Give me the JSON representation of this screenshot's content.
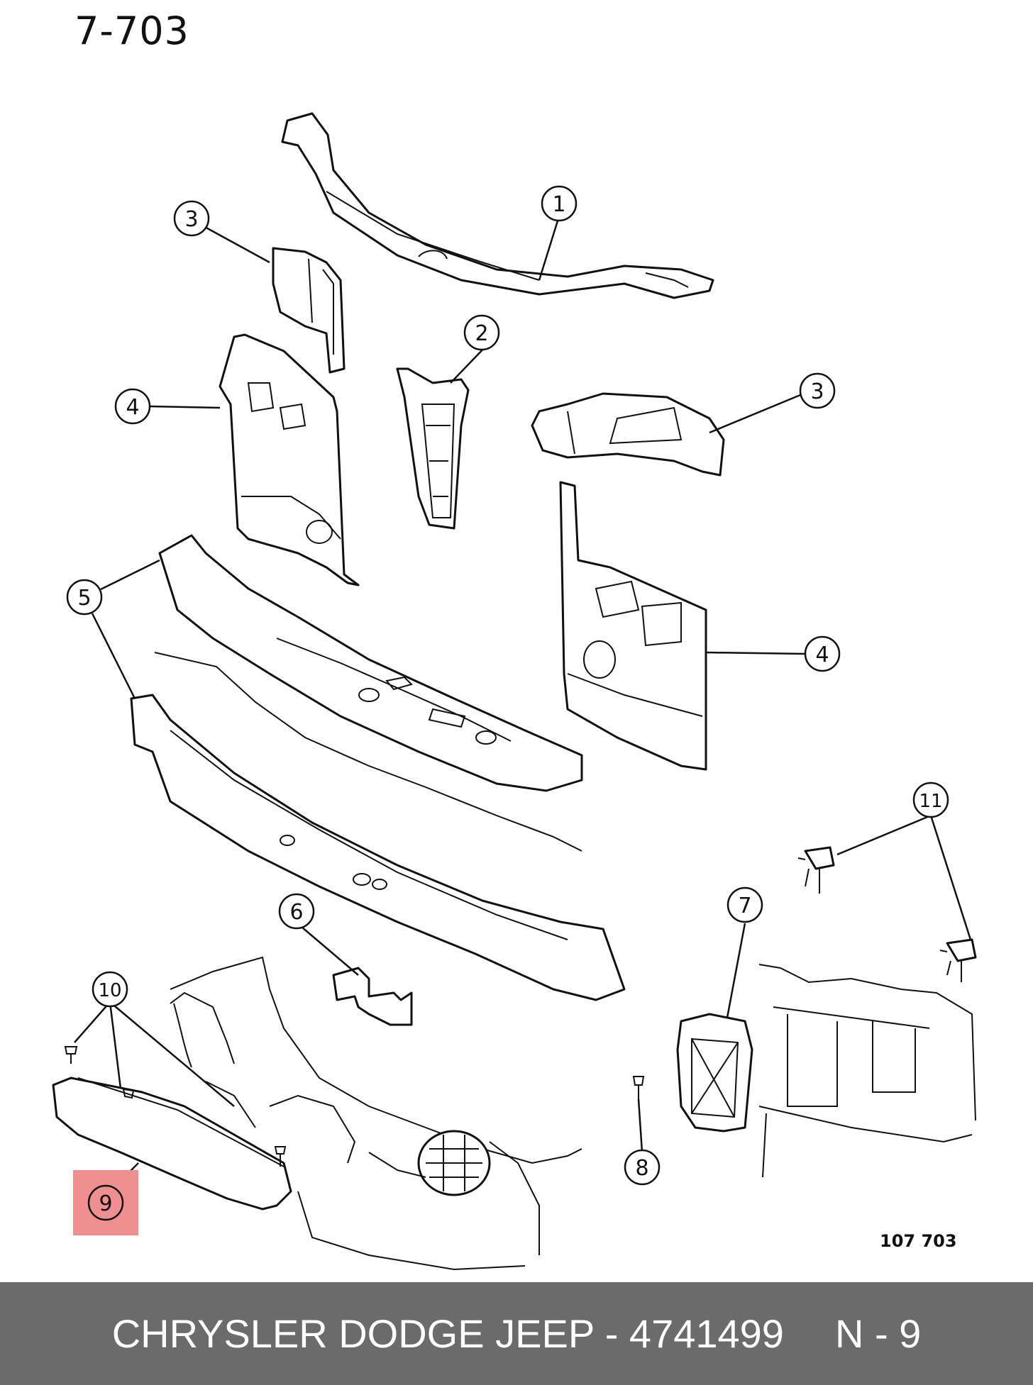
{
  "diagram": {
    "page_code": "7-703",
    "figure_code": "107 703",
    "callouts": [
      "1",
      "2",
      "3",
      "3",
      "4",
      "4",
      "5",
      "6",
      "7",
      "8",
      "9",
      "10",
      "11"
    ],
    "highlighted_callout": "9",
    "highlight_color": "#f08f8f"
  },
  "footer": {
    "brand_and_part": "CHRYSLER DODGE JEEP - 4741499",
    "ref": "N - 9",
    "background": "#6b6b6b"
  }
}
